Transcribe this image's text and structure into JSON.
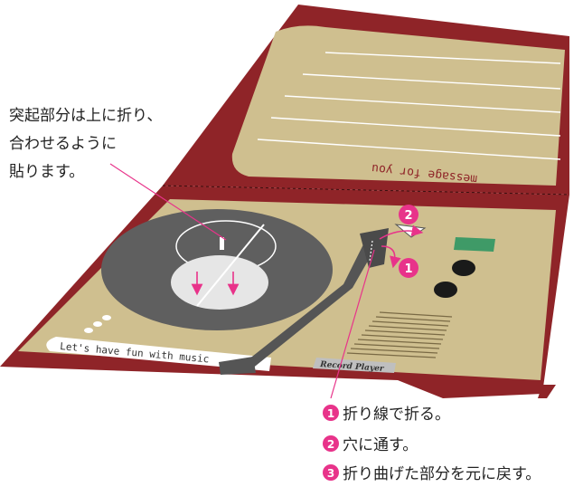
{
  "card": {
    "message_text": "message for you",
    "record_text": "Let's have fun with music",
    "label_text": "Record Player",
    "colors": {
      "card": "#8f2428",
      "panel": "#cfbf8f",
      "record": "#5f5f5f",
      "arm": "#555555",
      "accent": "#e8338a",
      "screen": "#3f9a67"
    }
  },
  "callout": {
    "lines": [
      "突起部分は上に折り、",
      "合わせるように",
      "貼ります。"
    ]
  },
  "markers": [
    "1",
    "2"
  ],
  "steps": [
    {
      "num": "1",
      "text": "折り線で折る。"
    },
    {
      "num": "2",
      "text": "穴に通す。"
    },
    {
      "num": "3",
      "text": "折り曲げた部分を元に戻す。"
    }
  ]
}
